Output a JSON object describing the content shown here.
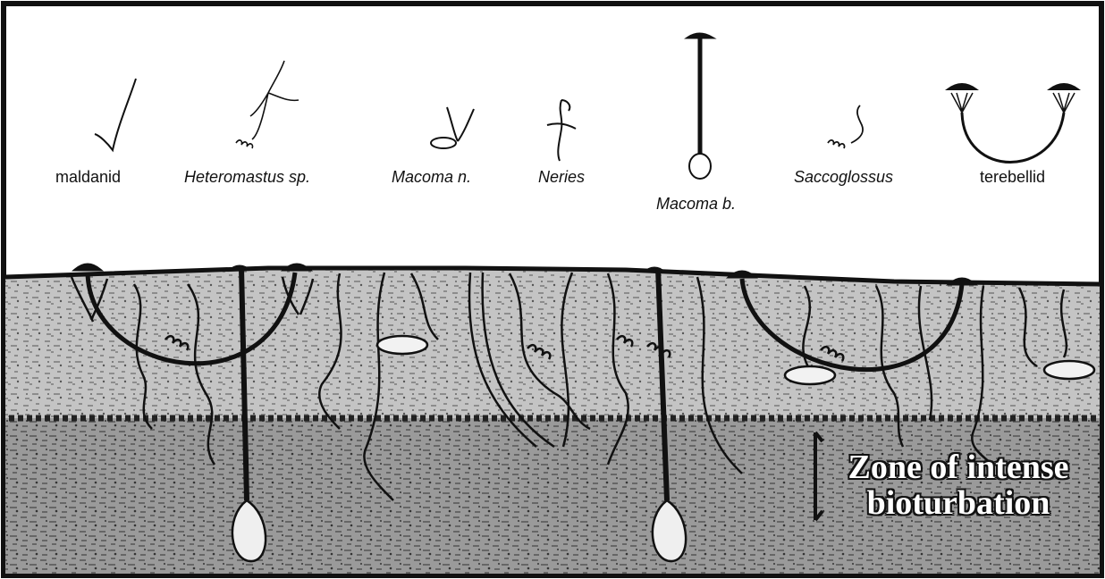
{
  "organisms": [
    {
      "name": "maldanid",
      "italic": false
    },
    {
      "name": "Heteromastus sp.",
      "italic": true
    },
    {
      "name": "Macoma n.",
      "italic": true
    },
    {
      "name": "Neries",
      "italic": true
    },
    {
      "name": "Macoma b.",
      "italic": true
    },
    {
      "name": "Saccoglossus",
      "italic": true
    },
    {
      "name": "terebellid",
      "italic": false
    }
  ],
  "zone_label": {
    "line1": "Zone of intense",
    "line2": "bioturbation"
  },
  "colors": {
    "sediment_light": "#c9c9c9",
    "sediment_dark": "#8d8d8d",
    "burrow": "#111111",
    "shell": "#e9e9e9"
  }
}
